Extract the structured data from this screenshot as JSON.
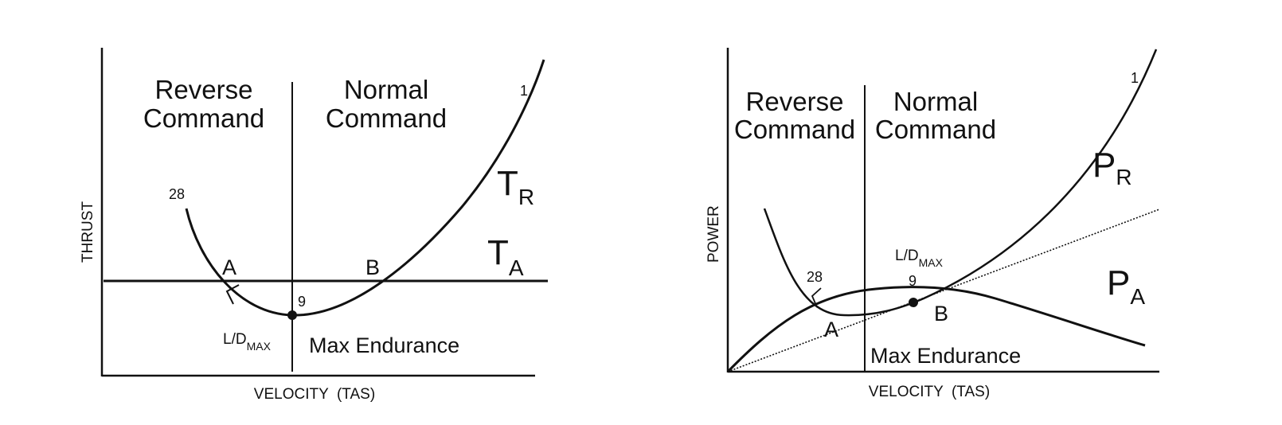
{
  "thrust_chart": {
    "y_label": "THRUST",
    "x_label": "VELOCITY  (TAS)",
    "region_left": [
      "Reverse",
      "Command"
    ],
    "region_right": [
      "Normal",
      "Command"
    ],
    "curve_required": {
      "main": "T",
      "sub": "R"
    },
    "curve_available": {
      "main": "T",
      "sub": "A"
    },
    "point_a": "A",
    "point_b": "B",
    "marker_28": "28",
    "marker_9": "9",
    "marker_1": "1",
    "ld_max": {
      "main": "L/D",
      "sub": "MAX"
    },
    "max_endurance": "Max Endurance"
  },
  "power_chart": {
    "y_label": "POWER",
    "x_label": "VELOCITY  (TAS)",
    "region_left": [
      "Reverse",
      "Command"
    ],
    "region_right": [
      "Normal",
      "Command"
    ],
    "curve_required": {
      "main": "P",
      "sub": "R"
    },
    "curve_available": {
      "main": "P",
      "sub": "A"
    },
    "point_a": "A",
    "point_b": "B",
    "marker_28": "28",
    "marker_9": "9",
    "marker_1": "1",
    "ld_max": {
      "main": "L/D",
      "sub": "MAX"
    },
    "max_endurance": "Max Endurance"
  }
}
